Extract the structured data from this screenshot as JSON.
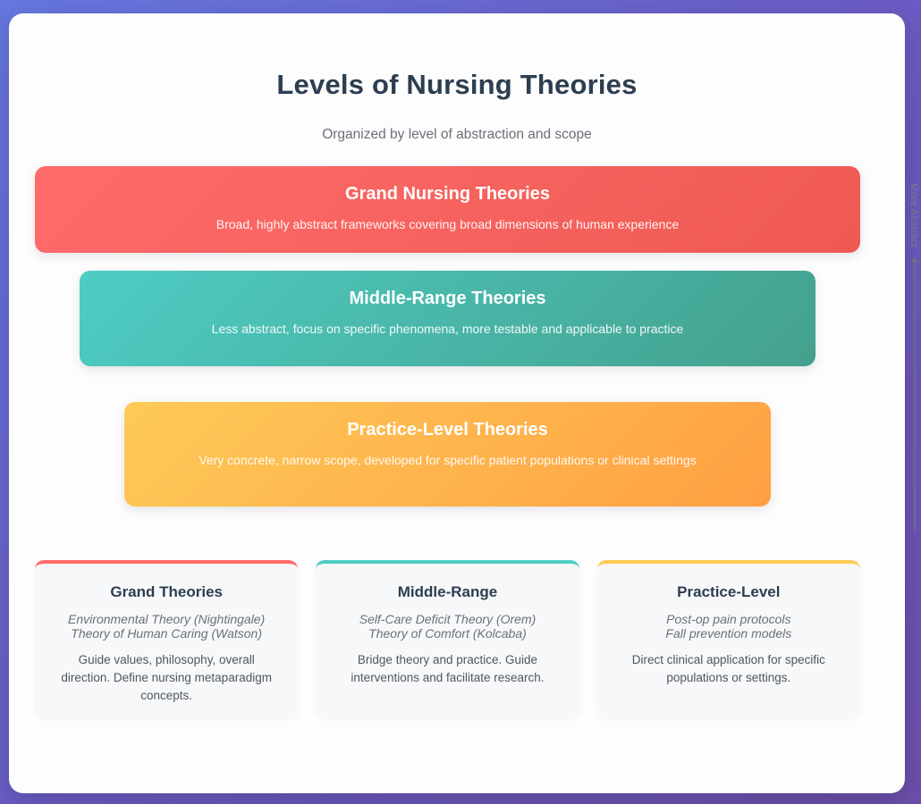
{
  "header": {
    "title": "Levels of Nursing Theories",
    "subtitle": "Organized by level of abstraction and scope"
  },
  "levels": [
    {
      "title": "Grand Nursing Theories",
      "description": "Broad, highly abstract frameworks covering broad dimensions of human experience",
      "color_start": "#ff6b6b",
      "color_end": "#ee5a52"
    },
    {
      "title": "Middle-Range Theories",
      "description": "Less abstract, focus on specific phenomena, more testable and applicable to practice",
      "color_start": "#4ecdc4",
      "color_end": "#44a08d"
    },
    {
      "title": "Practice-Level Theories",
      "description": "Very concrete, narrow scope, developed for specific patient populations or clinical settings",
      "color_start": "#feca57",
      "color_end": "#ff9f43"
    }
  ],
  "examples": [
    {
      "title": "Grand Theories",
      "items": [
        "Environmental Theory (Nightingale)",
        "Theory of Human Caring (Watson)"
      ],
      "description": "Guide values, philosophy, overall direction. Define nursing metaparadigm concepts.",
      "accent": "#ff6b6b"
    },
    {
      "title": "Middle-Range",
      "items": [
        "Self-Care Deficit Theory (Orem)",
        "Theory of Comfort (Kolcaba)"
      ],
      "description": "Bridge theory and practice. Guide interventions and facilitate research.",
      "accent": "#4ecdc4"
    },
    {
      "title": "Practice-Level",
      "items": [
        "Post-op pain protocols",
        "Fall prevention models"
      ],
      "description": "Direct clinical application for specific populations or settings.",
      "accent": "#feca57"
    }
  ],
  "axis": {
    "label": "More Abstract"
  }
}
